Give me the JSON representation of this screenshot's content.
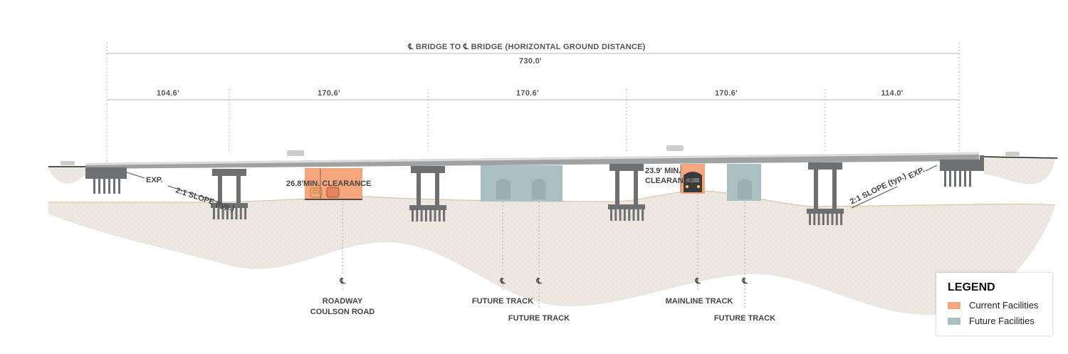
{
  "dimensions": {
    "title": "℄ BRIDGE TO ℄ BRIDGE (HORIZONTAL GROUND DISTANCE)",
    "total": "730.0'",
    "spans": [
      "104.6'",
      "170.6'",
      "170.6'",
      "170.6'",
      "114.0'"
    ]
  },
  "annotations": {
    "exp_left": "EXP.",
    "exp_right": "EXP.",
    "slope_left": "2:1 SLOPE (typ.)",
    "slope_right": "2:1 SLOPE (typ.)",
    "roadway_clearance": "26.8'MIN. CLEARANCE",
    "mainline_clearance_1": "23.9' MIN.",
    "mainline_clearance_2": "CLEARANCE"
  },
  "centerlines": {
    "symbol": "℄",
    "roadway_1": "ROADWAY",
    "roadway_2": "COULSON ROAD",
    "future_track_a": "FUTURE TRACK",
    "future_track_b": "FUTURE TRACK",
    "mainline": "MAINLINE TRACK",
    "future_track_c": "FUTURE TRACK"
  },
  "legend": {
    "title": "LEGEND",
    "items": [
      {
        "label": "Current Facilities",
        "color": "#f6a67d"
      },
      {
        "label": "Future Facilities",
        "color": "#a9bfc2"
      }
    ]
  },
  "colors": {
    "ground": "#ece7e0",
    "structure": "#6e6f71",
    "deck": "#9fa1a3"
  }
}
